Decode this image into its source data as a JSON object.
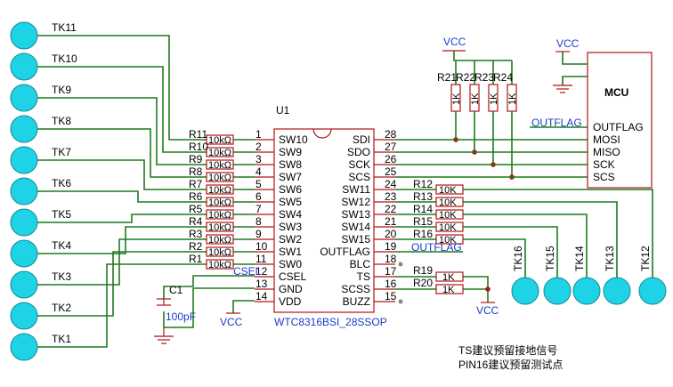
{
  "colors": {
    "wire": "#1f7a1f",
    "component": "#b01515",
    "pad": "#1fd3e6",
    "net_label": "#1a3cc8",
    "junction": "#b01515"
  },
  "touch_left": [
    {
      "label": "TK11"
    },
    {
      "label": "TK10"
    },
    {
      "label": "TK9"
    },
    {
      "label": "TK8"
    },
    {
      "label": "TK7"
    },
    {
      "label": "TK6"
    },
    {
      "label": "TK5"
    },
    {
      "label": "TK4"
    },
    {
      "label": "TK3"
    },
    {
      "label": "TK2"
    },
    {
      "label": "TK1"
    }
  ],
  "left_resistors": [
    {
      "name": "R11",
      "value": "10kΩ"
    },
    {
      "name": "R10",
      "value": "10kΩ"
    },
    {
      "name": "R9",
      "value": "10kΩ"
    },
    {
      "name": "R8",
      "value": "10kΩ"
    },
    {
      "name": "R7",
      "value": "10kΩ"
    },
    {
      "name": "R6",
      "value": "10kΩ"
    },
    {
      "name": "R5",
      "value": "10kΩ"
    },
    {
      "name": "R4",
      "value": "10kΩ"
    },
    {
      "name": "R3",
      "value": "10kΩ"
    },
    {
      "name": "R2",
      "value": "10kΩ"
    },
    {
      "name": "R1",
      "value": "10kΩ"
    }
  ],
  "ic": {
    "ref": "U1",
    "part": "WTC8316BSI_28SSOP",
    "left_pins": [
      {
        "num": "1",
        "name": "SW10"
      },
      {
        "num": "2",
        "name": "SW9"
      },
      {
        "num": "3",
        "name": "SW8"
      },
      {
        "num": "4",
        "name": "SW7"
      },
      {
        "num": "5",
        "name": "SW6"
      },
      {
        "num": "6",
        "name": "SW5"
      },
      {
        "num": "7",
        "name": "SW4"
      },
      {
        "num": "8",
        "name": "SW3"
      },
      {
        "num": "9",
        "name": "SW2"
      },
      {
        "num": "10",
        "name": "SW1"
      },
      {
        "num": "11",
        "name": "SW0"
      },
      {
        "num": "12",
        "name": "CSEL"
      },
      {
        "num": "13",
        "name": "GND"
      },
      {
        "num": "14",
        "name": "VDD"
      }
    ],
    "right_pins": [
      {
        "num": "28",
        "name": "SDI"
      },
      {
        "num": "27",
        "name": "SDO"
      },
      {
        "num": "26",
        "name": "SCK"
      },
      {
        "num": "25",
        "name": "SCS"
      },
      {
        "num": "24",
        "name": "SW11"
      },
      {
        "num": "23",
        "name": "SW12"
      },
      {
        "num": "22",
        "name": "SW13"
      },
      {
        "num": "21",
        "name": "SW14"
      },
      {
        "num": "20",
        "name": "SW15"
      },
      {
        "num": "19",
        "name": "OUTFLAG"
      },
      {
        "num": "18",
        "name": "BLC"
      },
      {
        "num": "17",
        "name": "TS"
      },
      {
        "num": "16",
        "name": "SCSS"
      },
      {
        "num": "15",
        "name": "BUZZ"
      }
    ]
  },
  "right_resistors": [
    {
      "name": "R12",
      "value": "10K"
    },
    {
      "name": "R13",
      "value": "10K"
    },
    {
      "name": "R14",
      "value": "10K"
    },
    {
      "name": "R15",
      "value": "10K"
    },
    {
      "name": "R16",
      "value": "10K"
    }
  ],
  "pullups": [
    {
      "name": "R21",
      "value": "1K"
    },
    {
      "name": "R22",
      "value": "1K"
    },
    {
      "name": "R23",
      "value": "1K"
    },
    {
      "name": "R24",
      "value": "1K"
    }
  ],
  "ts_resistors": [
    {
      "name": "R19",
      "value": "1K"
    },
    {
      "name": "R20",
      "value": "1K"
    }
  ],
  "touch_bottom": [
    {
      "label": "TK16"
    },
    {
      "label": "TK15"
    },
    {
      "label": "TK14"
    },
    {
      "label": "TK13"
    },
    {
      "label": "TK12"
    }
  ],
  "capacitor": {
    "name": "C1",
    "value": "100pF"
  },
  "mcu": {
    "title": "MCU",
    "pins": [
      {
        "name": "OUTFLAG"
      },
      {
        "name": "MOSI"
      },
      {
        "name": "MISO"
      },
      {
        "name": "SCK"
      },
      {
        "name": "SCS"
      }
    ]
  },
  "net_labels": {
    "outflag_mcu": "OUTFLAG",
    "outflag_ic": "OUTFLAG",
    "csel": "CSEL",
    "vcc_pullup": "VCC",
    "vcc_mcu": "VCC",
    "vcc_ic": "VCC",
    "vcc_ts": "VCC"
  },
  "notes": [
    "TS建议预留接地信号",
    "PIN16建议预留测试点"
  ]
}
